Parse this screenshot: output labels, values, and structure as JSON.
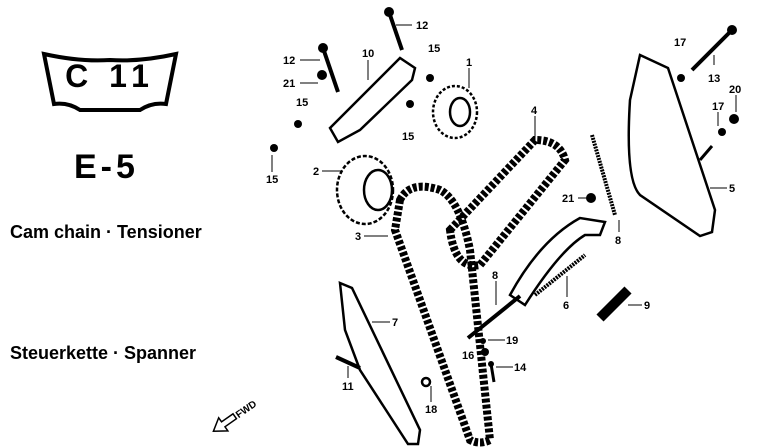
{
  "header": {
    "code": "C 11",
    "section": "E-5",
    "title_en": "Cam chain · Tensioner",
    "title_de": "Steuerkette · Spanner"
  },
  "direction_arrow": "FWD",
  "callouts": [
    "12",
    "12",
    "10",
    "15",
    "1",
    "21",
    "15",
    "15",
    "15",
    "2",
    "4",
    "3",
    "17",
    "13",
    "20",
    "17",
    "5",
    "21",
    "8",
    "8",
    "6",
    "9",
    "7",
    "19",
    "16",
    "14",
    "11",
    "18"
  ]
}
